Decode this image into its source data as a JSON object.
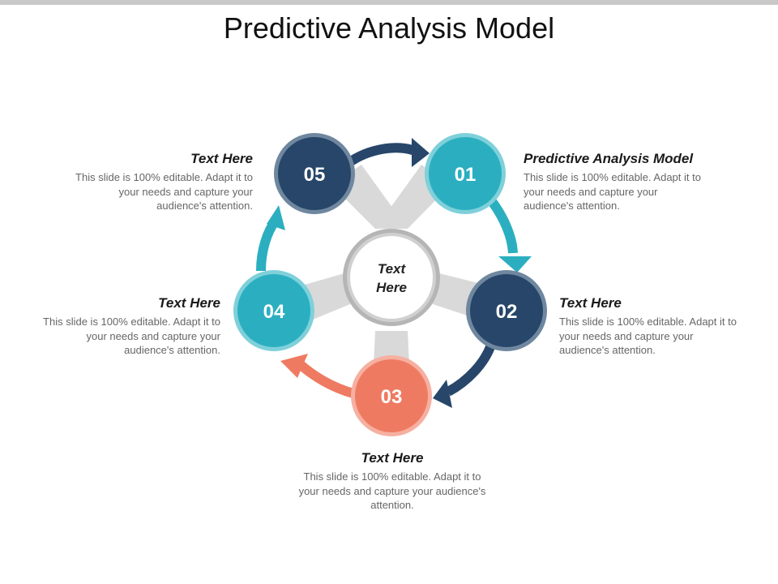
{
  "title": "Predictive Analysis Model",
  "colors": {
    "navy": "#27466a",
    "teal": "#2bafc0",
    "coral": "#ef7a62",
    "wedge": "#d9d9d9",
    "ring": "#b5b5b5"
  },
  "center": {
    "line1": "Text",
    "line2": "Here"
  },
  "nodes": [
    {
      "number": "01",
      "heading": "Predictive Analysis Model",
      "body": "This slide is 100% editable. Adapt it to your needs and capture your audience's attention."
    },
    {
      "number": "02",
      "heading": "Text Here",
      "body": "This slide is 100% editable. Adapt it to your needs and capture your audience's attention."
    },
    {
      "number": "03",
      "heading": "Text Here",
      "body": "This slide is 100% editable. Adapt it to your needs and capture your audience's attention."
    },
    {
      "number": "04",
      "heading": "Text Here",
      "body": "This slide is 100% editable. Adapt it to your needs and capture your audience's attention."
    },
    {
      "number": "05",
      "heading": "Text Here",
      "body": "This slide is 100% editable. Adapt it to your needs and capture your audience's attention."
    }
  ]
}
